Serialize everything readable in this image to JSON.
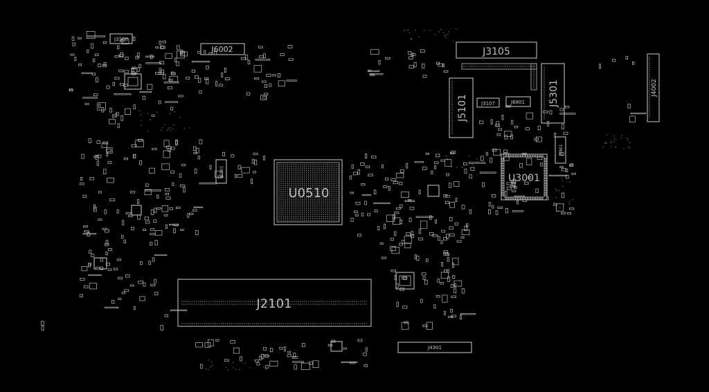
{
  "board": {
    "background": "#000000",
    "outline_color": "#cfcfcf",
    "labels": {
      "u0510": "U0510",
      "u3001": "U3001",
      "j2101": "J2101",
      "j3105": "J3105",
      "j5101": "J5101",
      "j5301": "J5301",
      "j4002": "J4002",
      "j6002": "J6002",
      "j3106": "J3106",
      "j3107": "J3107",
      "j6801": "J6801",
      "j4301": "J4301",
      "j2801": "J2801",
      "j6901": "J6901"
    }
  }
}
